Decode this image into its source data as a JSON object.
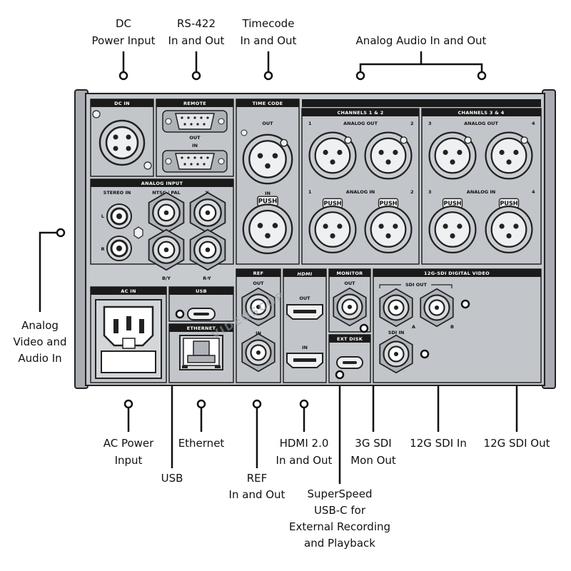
{
  "callouts": {
    "dc": [
      "DC",
      "Power Input"
    ],
    "rs422": [
      "RS-422",
      "In and Out"
    ],
    "timecode": [
      "Timecode",
      "In and Out"
    ],
    "analog_audio": [
      "Analog Audio In and Out"
    ],
    "analog_video": [
      "Analog",
      "Video and",
      "Audio In"
    ],
    "ac": [
      "AC Power",
      "Input"
    ],
    "usb": [
      "USB"
    ],
    "ethernet": [
      "Ethernet"
    ],
    "ref": [
      "REF",
      "In and Out"
    ],
    "hdmi": [
      "HDMI 2.0",
      "In and Out"
    ],
    "superspeed": [
      "SuperSpeed",
      "USB-C for",
      "External Recording",
      "and Playback"
    ],
    "sdi_mon": [
      "3G SDI",
      "Mon Out"
    ],
    "sdi12_in": [
      "12G SDI In"
    ],
    "sdi12_out": [
      "12G SDI Out"
    ]
  },
  "panel": {
    "dc_in": "DC IN",
    "remote": "REMOTE",
    "remote_out": "OUT",
    "remote_in": "IN",
    "time_code": "TIME CODE",
    "tc_out": "OUT",
    "tc_in": "IN",
    "push": "PUSH",
    "ch12": "CHANNELS 1 & 2",
    "ch34": "CHANNELS 3 & 4",
    "analog_out": "ANALOG OUT",
    "analog_in": "ANALOG IN",
    "ch_num": [
      "1",
      "2",
      "3",
      "4"
    ],
    "analog_input": "ANALOG INPUT",
    "stereo_in": "STEREO IN",
    "ntsc_pal": "NTSC / PAL",
    "y": "Y",
    "by": "B/Y",
    "ry": "R-Y",
    "l": "L",
    "r": "R",
    "ac_in": "AC IN",
    "usb": "USB",
    "ethernet": "ETHERNET",
    "ref": "REF",
    "ref_out": "OUT",
    "ref_in": "IN",
    "hdmi": "HDMI",
    "hdmi_out": "OUT",
    "hdmi_in": "IN",
    "monitor": "MONITOR",
    "monitor_out": "OUT",
    "ext_disk": "EXT DISK",
    "sdi_video": "12G-SDI DIGITAL VIDEO",
    "sdi_out": "SDI OUT",
    "sdi_in": "SDI IN",
    "a": "A",
    "b": "B"
  },
  "watermark": "VIDEOSCOP"
}
